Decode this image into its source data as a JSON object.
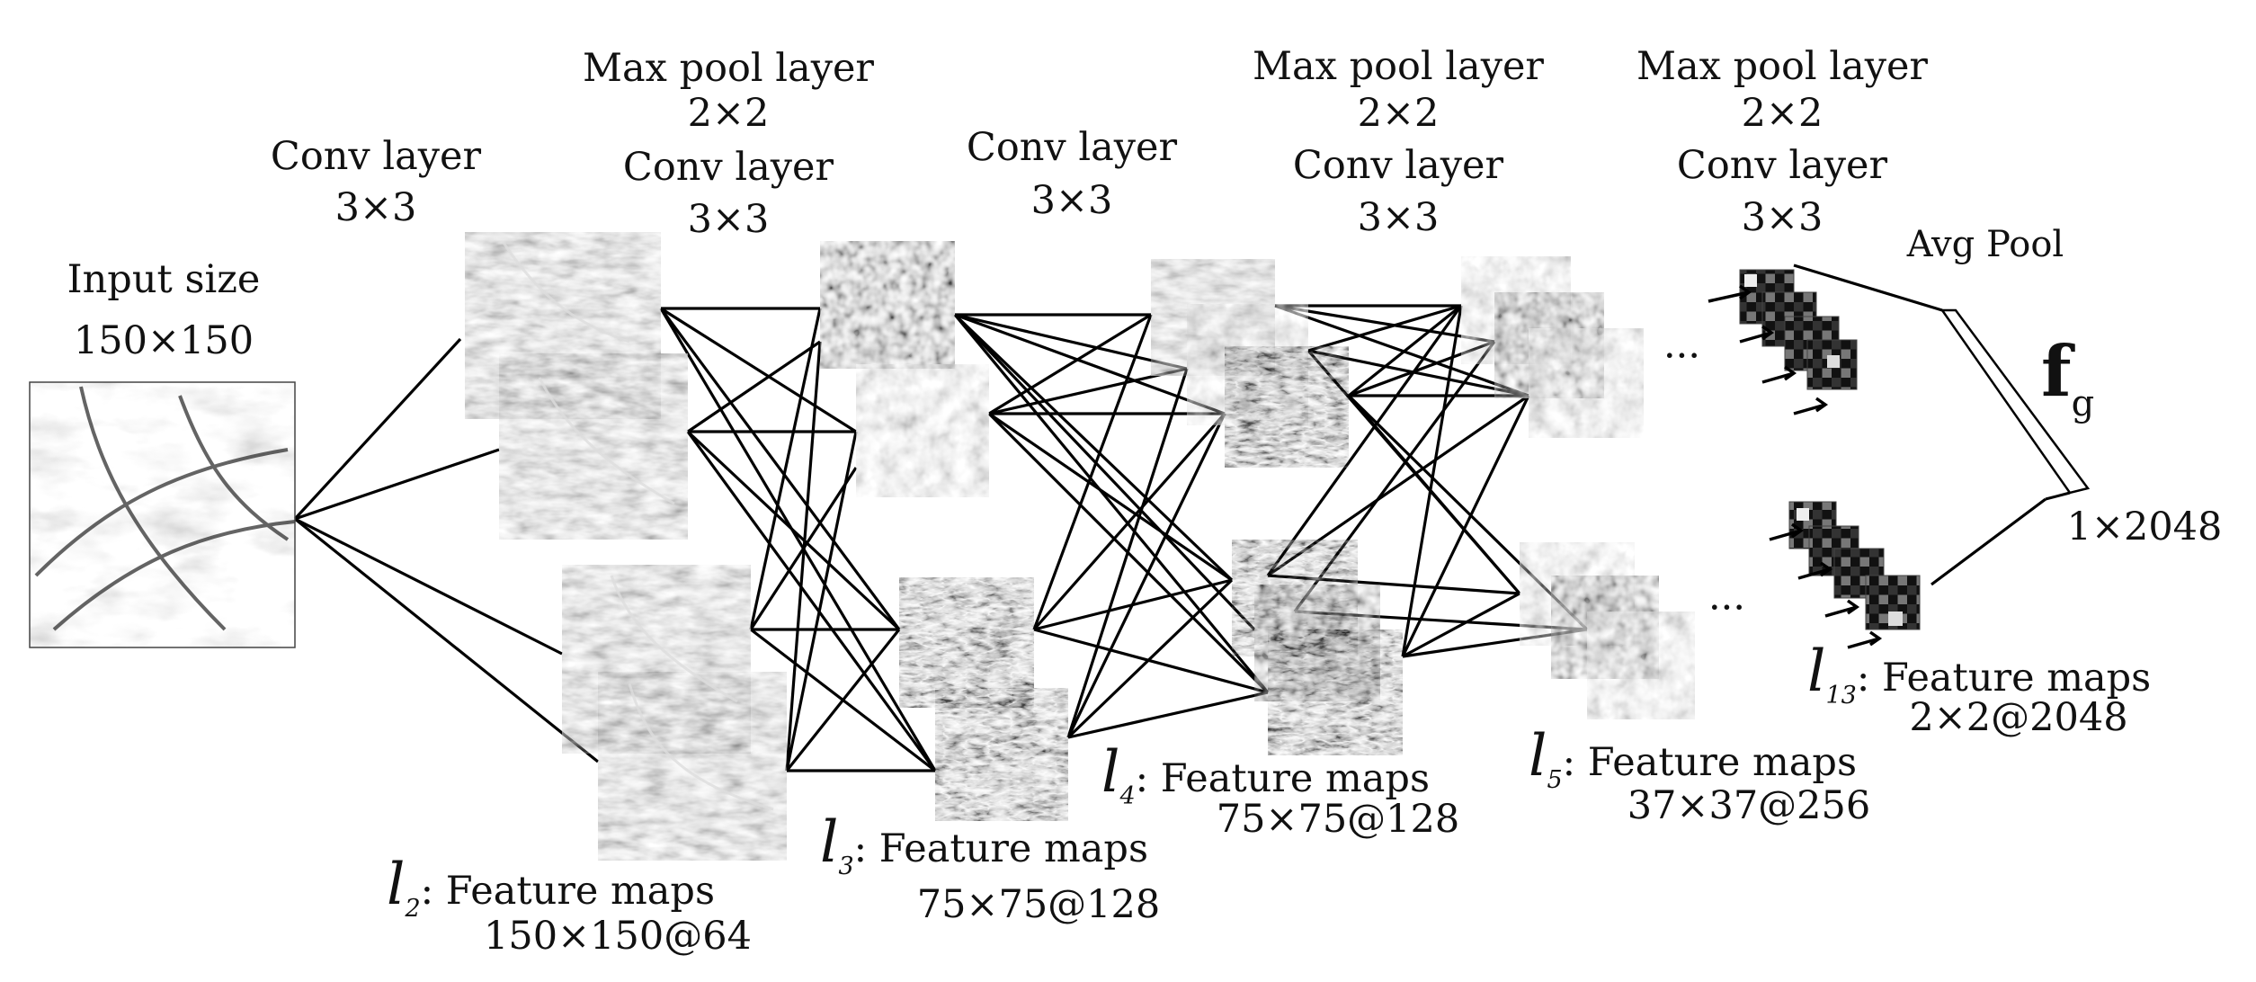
{
  "labels": {
    "input_size": "Input size",
    "input_dims": "150×150",
    "conv1_title": "Conv layer",
    "conv1_size": "3×3",
    "pool1_title": "Max pool layer",
    "pool1_size": "2×2",
    "conv2_title": "Conv layer",
    "conv2_size": "3×3",
    "conv3_title": "Conv layer",
    "conv3_size": "3×3",
    "pool2_title": "Max pool layer",
    "pool2_size": "2×2",
    "conv4_title": "Conv layer",
    "conv4_size": "3×3",
    "pool3_title": "Max pool layer",
    "pool3_size": "2×2",
    "conv5_title": "Conv layer",
    "conv5_size": "3×3",
    "avg_pool": "Avg Pool",
    "fg_main": "f",
    "fg_sub": "g",
    "fg_dims": "1×2048",
    "dots": "···"
  },
  "layers": {
    "l2": {
      "letter": "l",
      "index": "2",
      "text": ": Feature maps",
      "dims": "150×150@64"
    },
    "l3": {
      "letter": "l",
      "index": "3",
      "text": ": Feature maps",
      "dims": "75×75@128"
    },
    "l4": {
      "letter": "l",
      "index": "4",
      "text": ": Feature maps",
      "dims": "75×75@128"
    },
    "l5": {
      "letter": "l",
      "index": "5",
      "text": ": Feature maps",
      "dims": "37×37@256"
    },
    "l13": {
      "letter": "l",
      "index": "13",
      "text": ": Feature maps",
      "dims": "2×2@2048"
    }
  }
}
